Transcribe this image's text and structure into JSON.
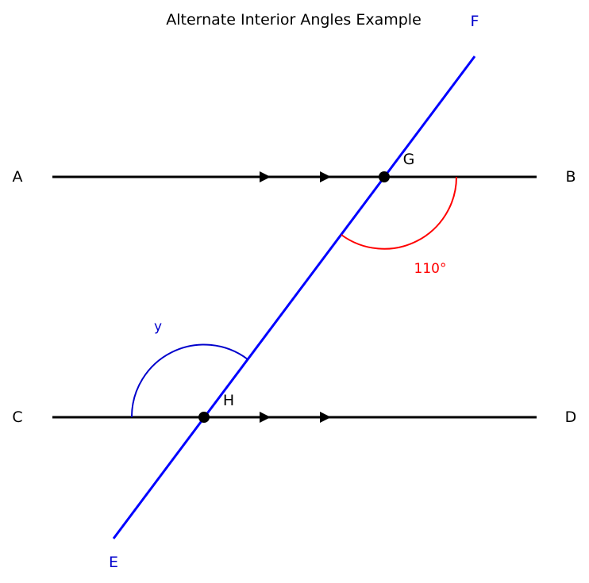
{
  "title": "Alternate Interior Angles Example",
  "points": {
    "A": "A",
    "B": "B",
    "C": "C",
    "D": "D",
    "E": "E",
    "F": "F",
    "G": "G",
    "H": "H"
  },
  "angles": {
    "known": "110°",
    "unknown": "y"
  },
  "colors": {
    "parallel_lines": "#000000",
    "transversal": "#0000ff",
    "known_angle": "#ff0000",
    "unknown_angle": "#0000cc",
    "point_labels": "#000000",
    "transversal_labels": "#0000cc"
  }
}
